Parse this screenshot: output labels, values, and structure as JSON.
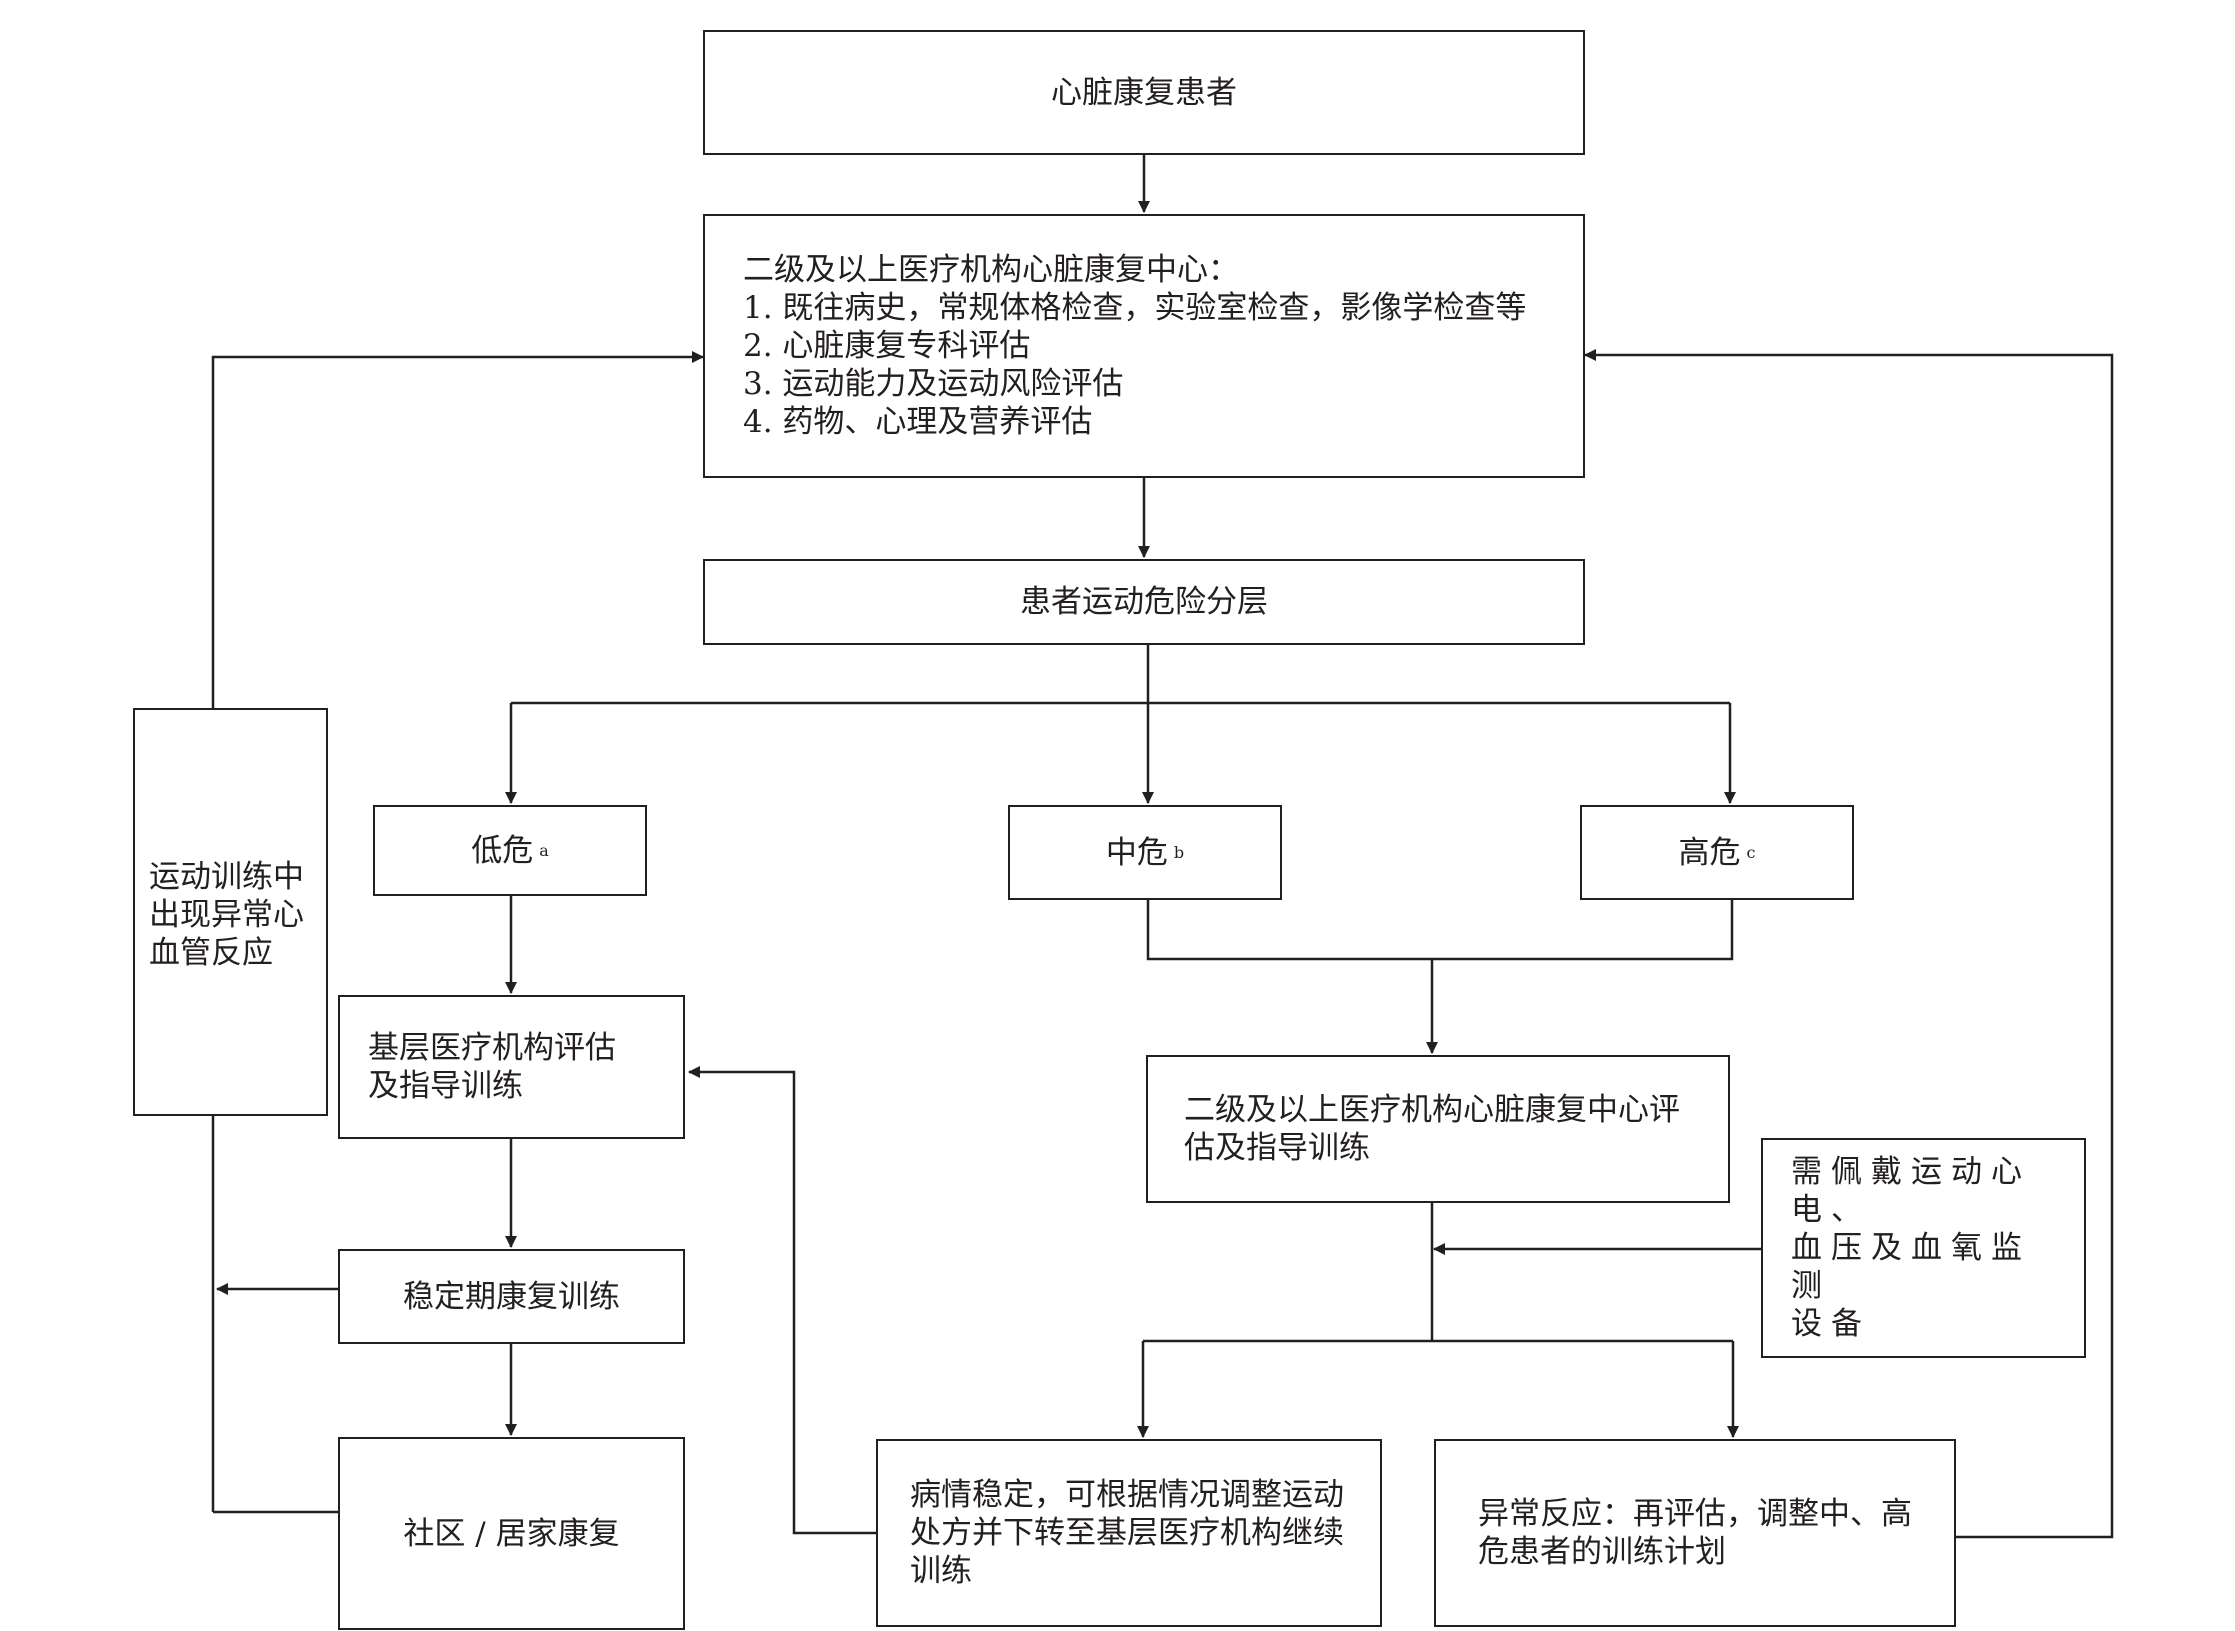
{
  "patient": "心脏康复患者",
  "center_assessment": {
    "heading": "二级及以上医疗机构心脏康复中心：",
    "items": [
      "1. 既往病史，常规体格检查，实验室检查，影像学检查等",
      "2. 心脏康复专科评估",
      "3. 运动能力及运动风险评估",
      "4. 药物、心理及营养评估"
    ]
  },
  "risk_stratification": "患者运动危险分层",
  "risk_levels": [
    {
      "label": "低危",
      "note": "a"
    },
    {
      "label": "中危",
      "note": "b"
    },
    {
      "label": "高危",
      "note": "c"
    }
  ],
  "primary_care": "基层医疗机构评估\n及指导训练",
  "stable_training": "稳定期康复训练",
  "community": "社区 / 居家康复",
  "abnormal_in_training": "运动训练中\n出现异常心\n血管反应",
  "center_guidance": "二级及以上医疗机构心脏康复中心评\n估及指导训练",
  "monitoring": "需佩戴运动心电、\n血压及血氧监测\n设备",
  "stable_referral": "病情稳定，可根据情况调整运动\n处方并下转至基层医疗机构继续\n训练",
  "abnormal_reassess": "异常反应：再评估，调整中、高\n危患者的训练计划",
  "colors": {
    "stroke": "#231f20",
    "background": "#ffffff"
  }
}
